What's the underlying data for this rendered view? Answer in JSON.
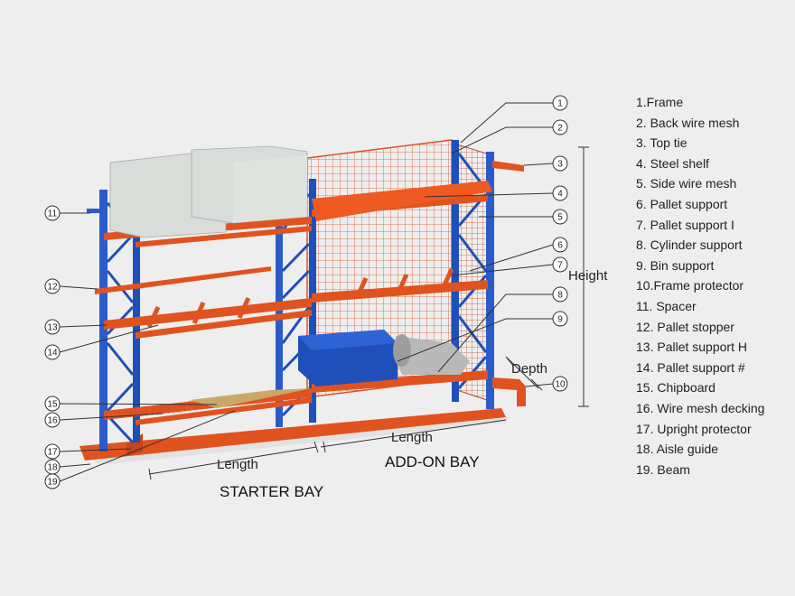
{
  "legend": [
    "1.Frame",
    "2. Back wire mesh",
    "3. Top tie",
    "4. Steel shelf",
    "5. Side wire mesh",
    "6. Pallet support",
    "7. Pallet support I",
    "8. Cylinder support",
    "9. Bin support",
    "10.Frame protector",
    "11. Spacer",
    "12. Pallet stopper",
    "13. Pallet support H",
    "14. Pallet support #",
    "15. Chipboard",
    "16. Wire mesh decking",
    "17. Upright protector",
    "18. Aisle guide",
    "19. Beam"
  ],
  "callouts": [
    "1",
    "2",
    "3",
    "4",
    "5",
    "6",
    "7",
    "8",
    "9",
    "10",
    "11",
    "12",
    "13",
    "14",
    "15",
    "16",
    "17",
    "18",
    "19"
  ],
  "dimensions": {
    "height": "Height",
    "depth": "Depth",
    "length_starter": "Length",
    "length_addon": "Length"
  },
  "bays": {
    "starter": "STARTER BAY",
    "addon": "ADD-ON BAY"
  },
  "colors": {
    "upright": "#1f4fb8",
    "beam": "#e0531f",
    "mesh": "#d9542a",
    "floor": "#e6e6e6",
    "chipboard": "#c9a86a"
  }
}
